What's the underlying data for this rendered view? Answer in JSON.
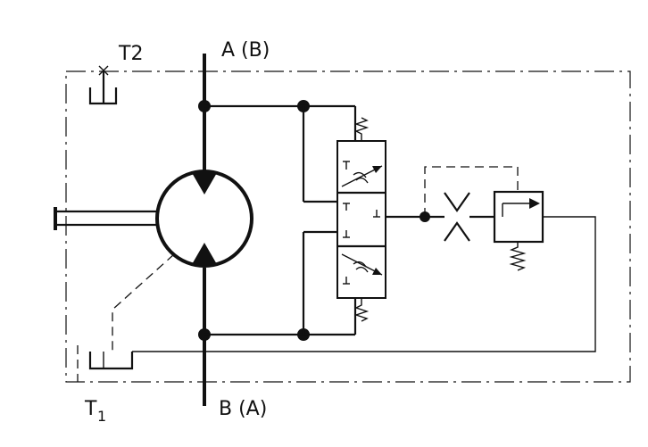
{
  "labels": {
    "port_a": "A (B)",
    "port_b": "B (A)",
    "port_t2": "T2",
    "port_t1_main": "T",
    "port_t1_sub": "1"
  },
  "style": {
    "line_color": "#111111",
    "background": "#ffffff"
  }
}
